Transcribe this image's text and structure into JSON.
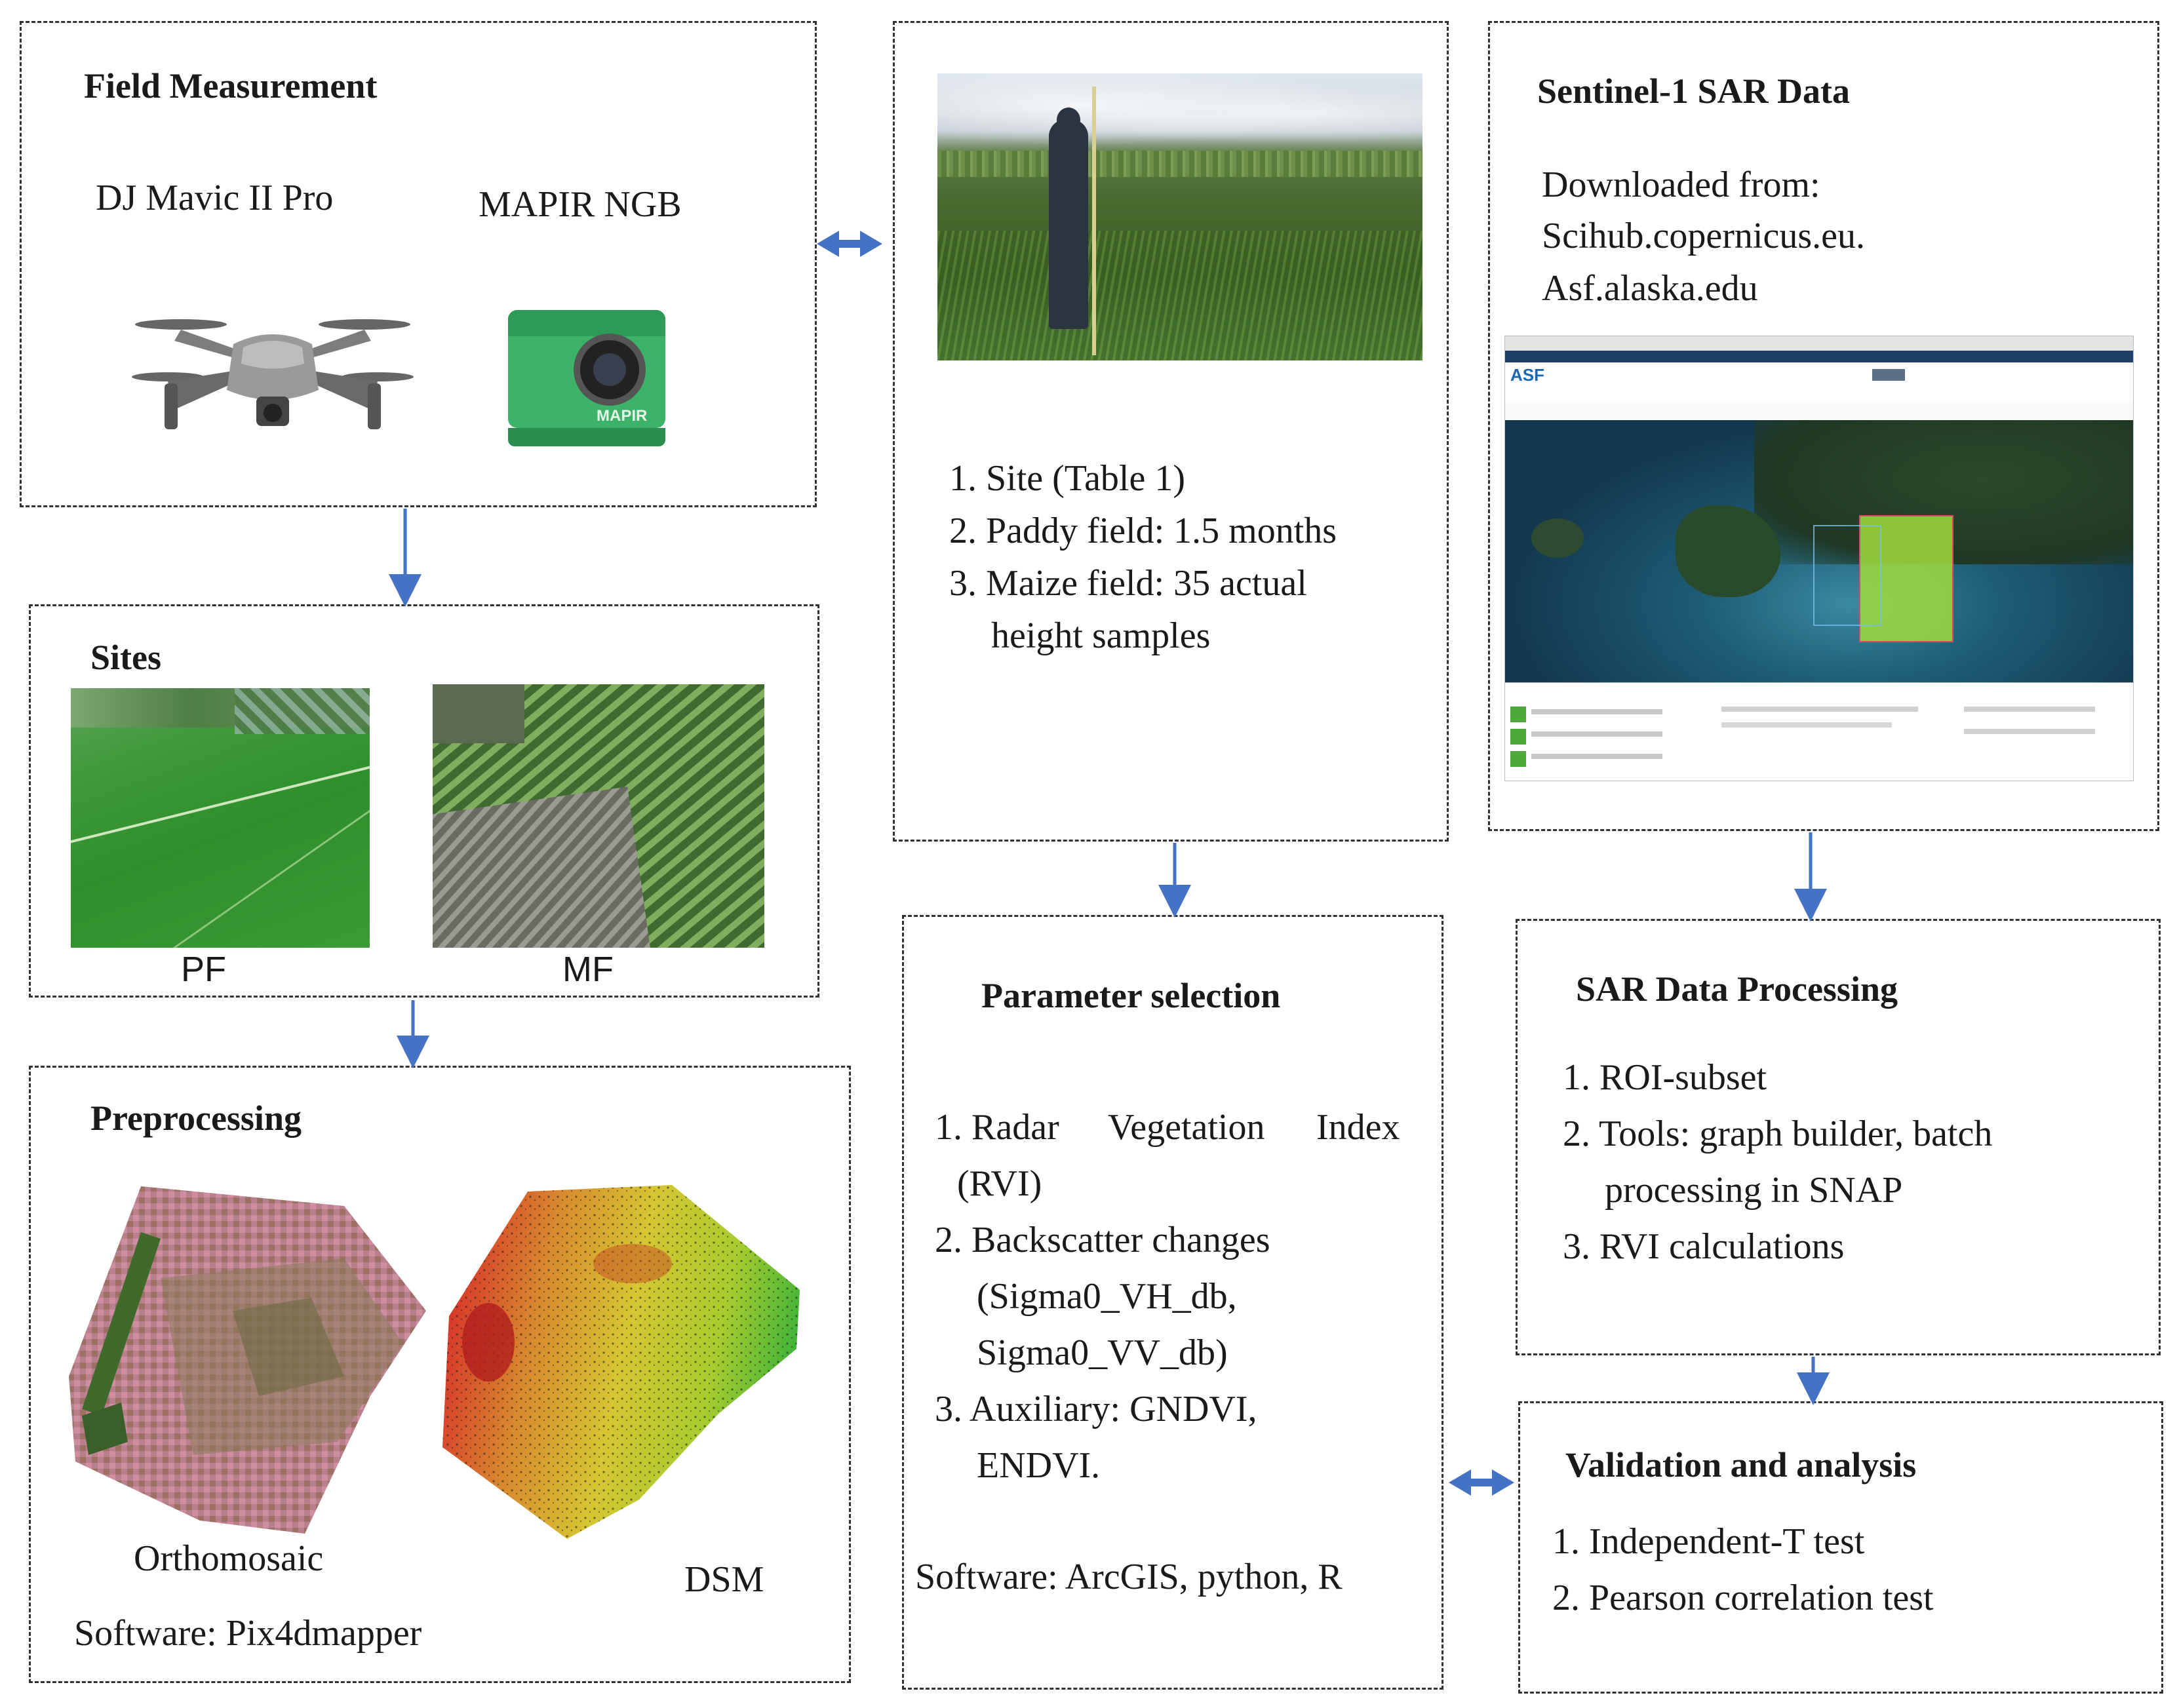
{
  "field_measurement": {
    "title": "Field Measurement",
    "drone_label": "DJ Mavic II Pro",
    "camera_label": "MAPIR NGB",
    "camera_brand": "MAPIR"
  },
  "field_photo": {
    "items": [
      "1. Site (Table 1)",
      "2. Paddy field: 1.5 months",
      "3. Maize field: 35 actual",
      "height samples"
    ]
  },
  "sentinel": {
    "title": "Sentinel-1 SAR Data",
    "line1": "Downloaded from:",
    "line2": "Scihub.copernicus.eu.",
    "line3": "Asf.alaska.edu",
    "logo": "ASF"
  },
  "sites": {
    "title": "Sites",
    "pf_label": "PF",
    "mf_label": "MF"
  },
  "preprocessing": {
    "title": "Preprocessing",
    "ortho_label": "Orthomosaic",
    "dsm_label": "DSM",
    "software": "Software: Pix4dmapper"
  },
  "parameter": {
    "title": "Parameter selection",
    "items": [
      "1. Radar",
      "Vegetation",
      "Index",
      "(RVI)",
      "2. Backscatter changes",
      "(Sigma0_VH_db,",
      "Sigma0_VV_db)",
      "3. Auxiliary: GNDVI,",
      "ENDVI."
    ],
    "software": "Software: ArcGIS, python, R"
  },
  "sar_processing": {
    "title": "SAR Data Processing",
    "items": [
      "1. ROI-subset",
      "2. Tools: graph builder, batch",
      "processing in SNAP",
      "3. RVI calculations"
    ]
  },
  "validation": {
    "title": "Validation and analysis",
    "items": [
      "1. Independent-T test",
      "2. Pearson correlation test"
    ]
  },
  "colors": {
    "arrow": "#4472c4",
    "border": "#333333"
  },
  "icons": [
    "drone-icon",
    "camera-icon",
    "arrow-down-icon",
    "double-arrow-icon"
  ]
}
